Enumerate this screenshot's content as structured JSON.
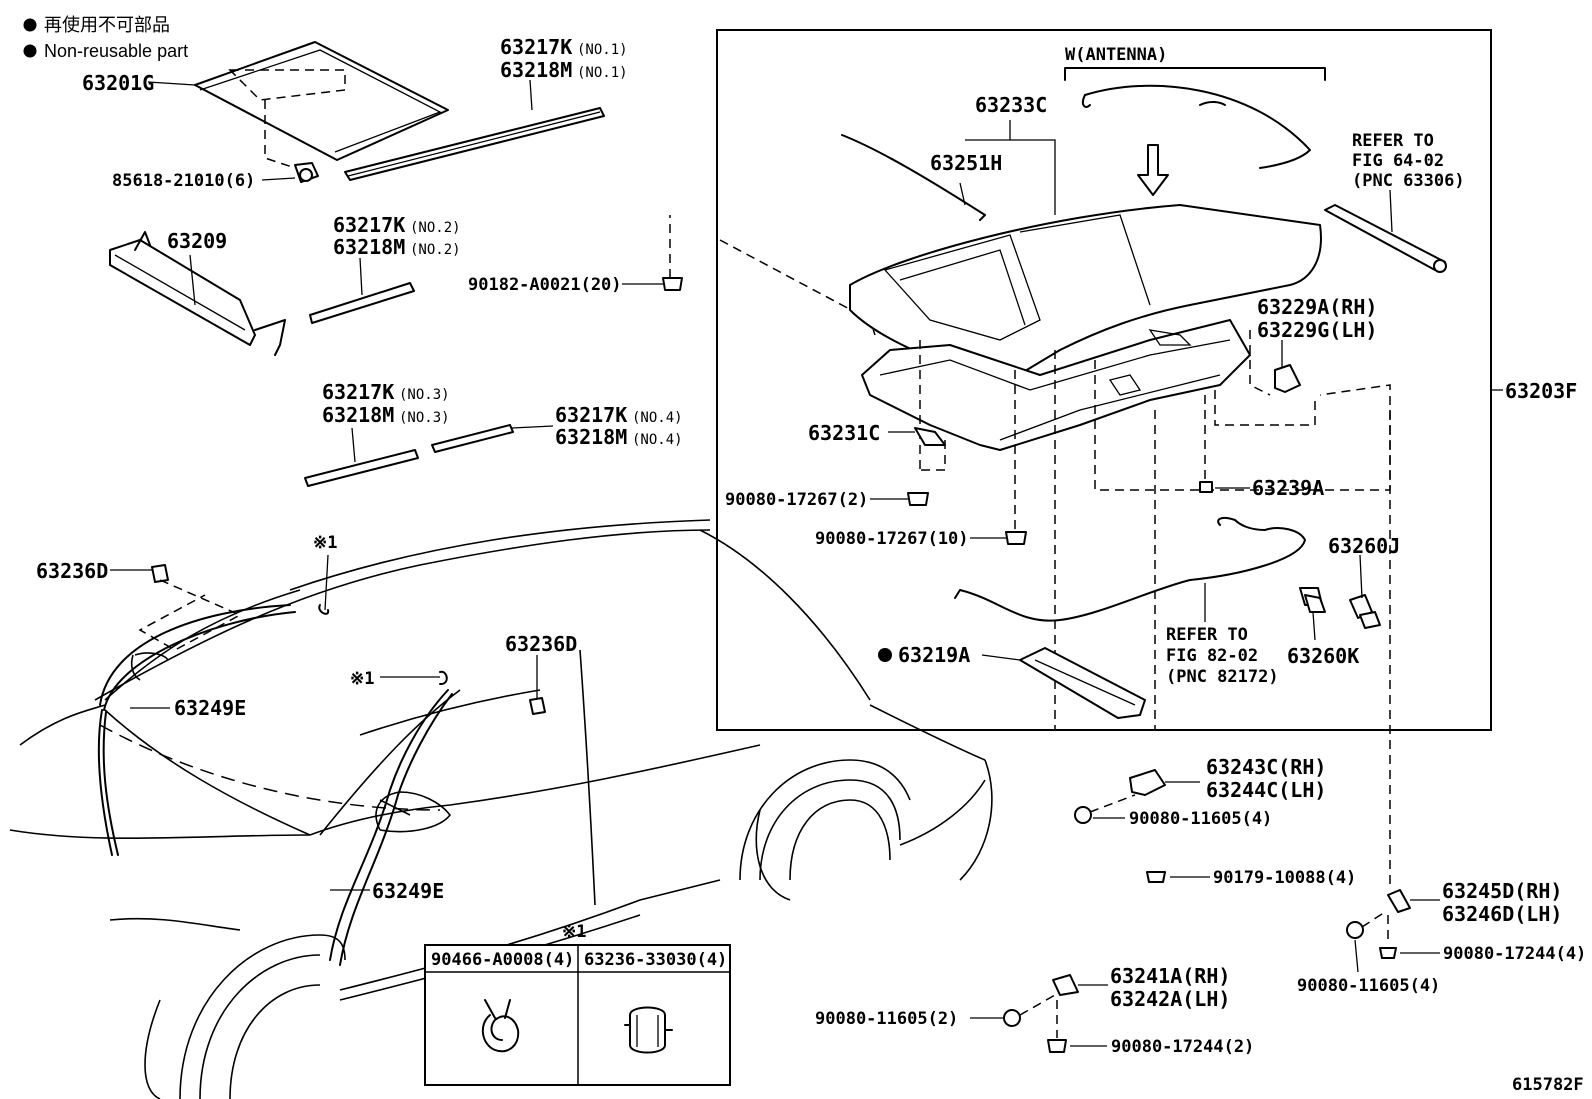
{
  "legend": {
    "bullet_jp": "再使用不可部品",
    "bullet_en": "Non-reusable part"
  },
  "labels": {
    "p63201G": "63201G",
    "p63217K_1": "63217K",
    "p63218M_1": "63218M",
    "no1": "(NO.1)",
    "p85618": "85618-21010(6)",
    "p63209": "63209",
    "p63217K_2": "63217K",
    "p63218M_2": "63218M",
    "no2": "(NO.2)",
    "p90182": "90182-A0021(20)",
    "p63217K_3": "63217K",
    "p63218M_3": "63218M",
    "no3": "(NO.3)",
    "p63217K_4": "63217K",
    "p63218M_4": "63218M",
    "no4": "(NO.4)",
    "antenna": "W(ANTENNA)",
    "p63233C": "63233C",
    "p63251H": "63251H",
    "refer1_a": "REFER TO",
    "refer1_b": "FIG 64-02",
    "refer1_c": "(PNC 63306)",
    "p63229A": "63229A(RH)",
    "p63229G": "63229G(LH)",
    "p63203F": "63203F",
    "p63231C": "63231C",
    "p90080_17267_2": "90080-17267(2)",
    "p90080_17267_10": "90080-17267(10)",
    "p63239A": "63239A",
    "p63260J": "63260J",
    "refer2_a": "REFER TO",
    "refer2_b": "FIG 82-02",
    "refer2_c": "(PNC 82172)",
    "p63219A": "63219A",
    "p63260K": "63260K",
    "p63236D_1": "63236D",
    "x1_a": "※1",
    "p63236D_2": "63236D",
    "x1_b": "※1",
    "p63249E_1": "63249E",
    "p63249E_2": "63249E",
    "p63243C": "63243C(RH)",
    "p63244C": "63244C(LH)",
    "p90080_11605_4a": "90080-11605(4)",
    "p90179": "90179-10088(4)",
    "p63245D": "63245D(RH)",
    "p63246D": "63246D(LH)",
    "p90080_17244_4": "90080-17244(4)",
    "p90080_11605_4b": "90080-11605(4)",
    "p63241A": "63241A(RH)",
    "p63242A": "63242A(LH)",
    "p90080_11605_2": "90080-11605(2)",
    "p90080_17244_2": "90080-17244(2)",
    "x1_table": "※1",
    "table_col1": "90466-A0008(4)",
    "table_col2": "63236-33030(4)",
    "figure_id": "615782F"
  }
}
